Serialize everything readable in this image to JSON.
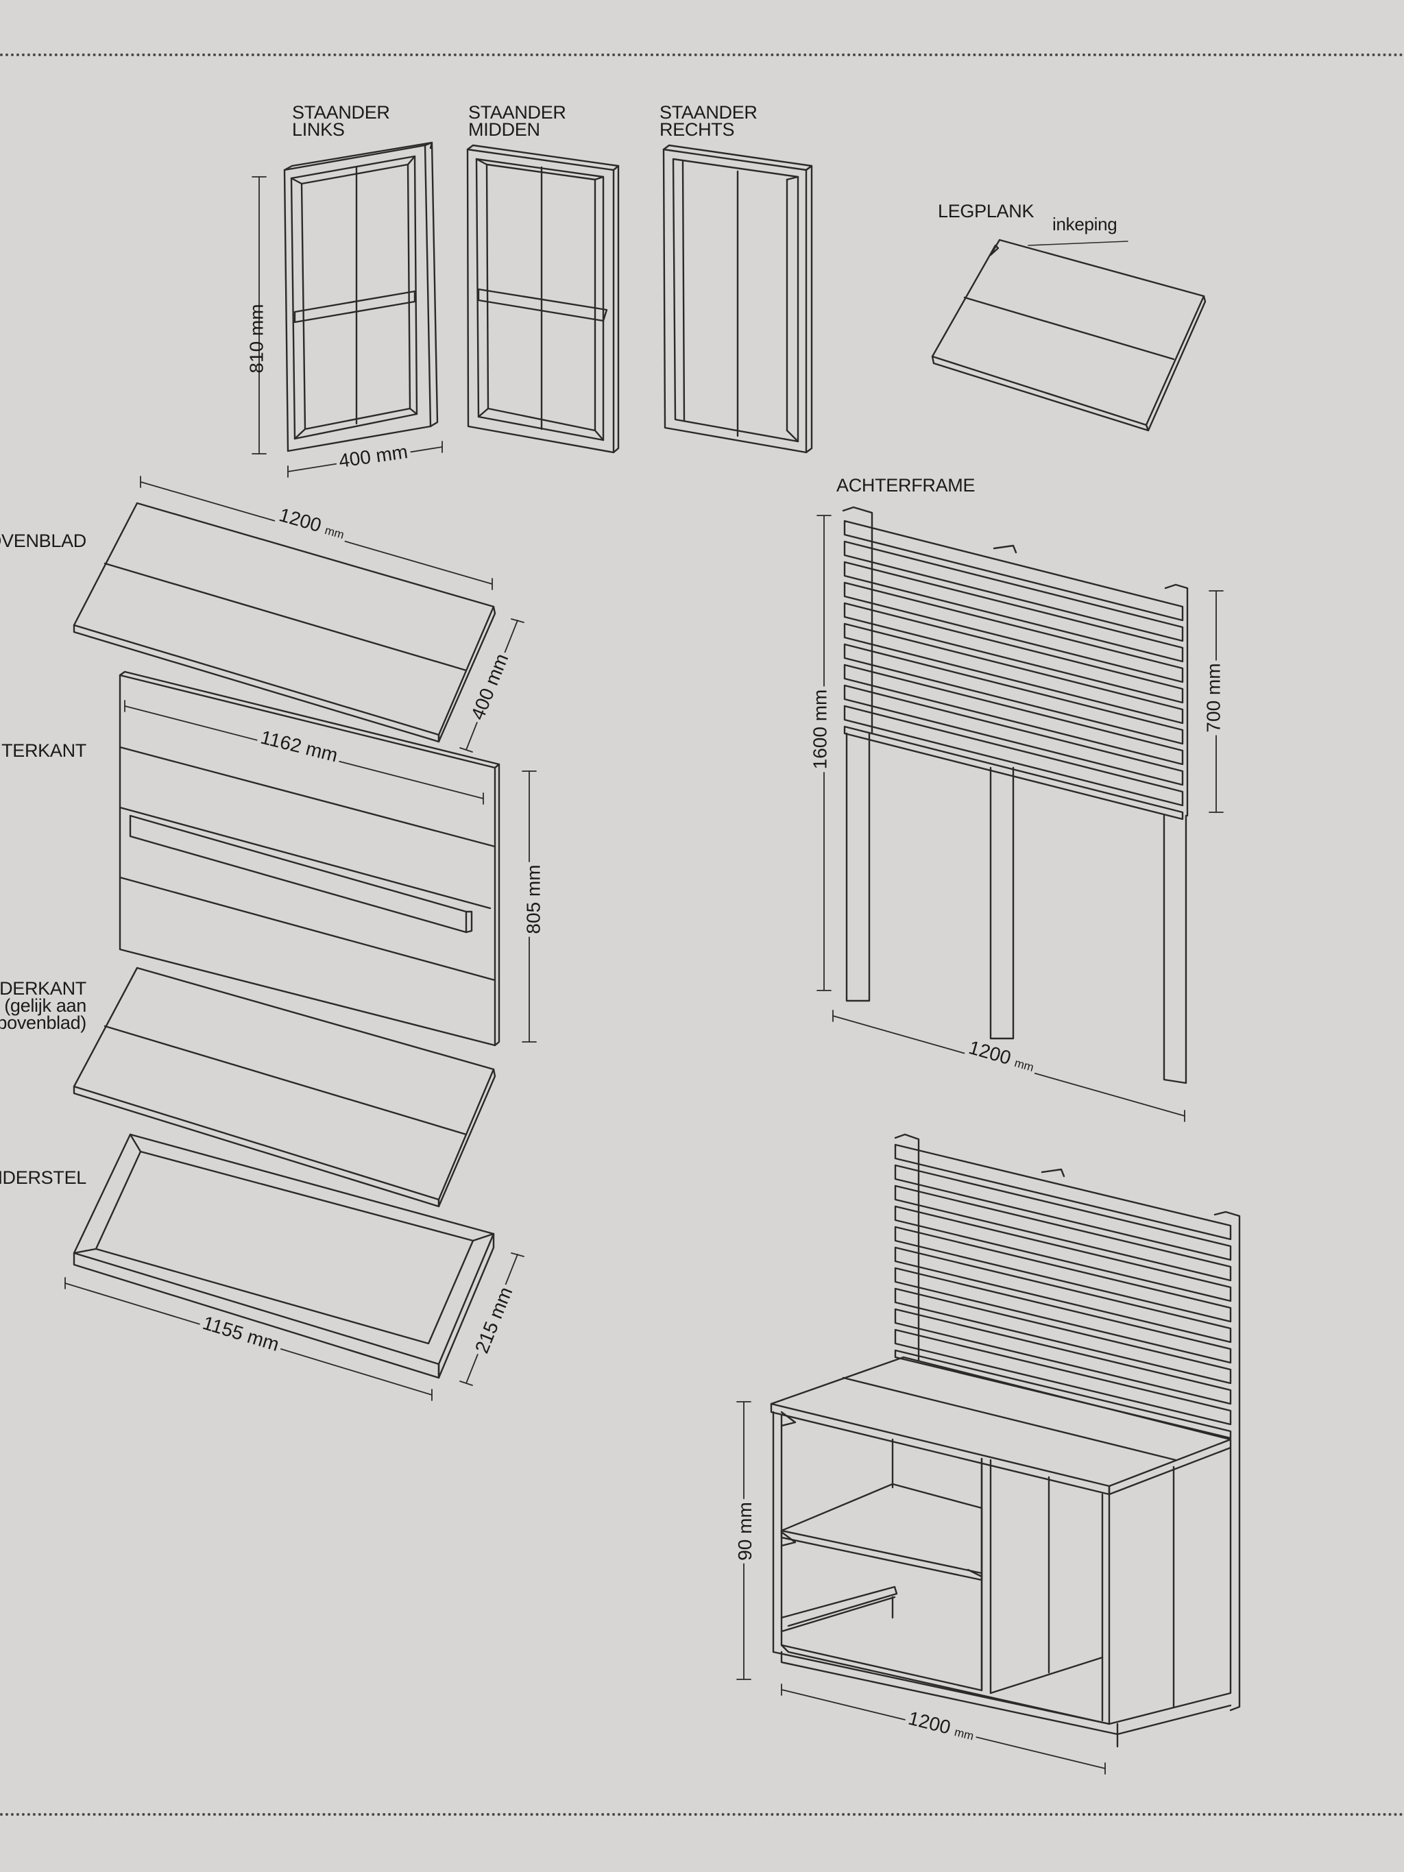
{
  "labels": {
    "staander_links": [
      "STAANDER",
      "LINKS"
    ],
    "staander_midden": [
      "STAANDER",
      "MIDDEN"
    ],
    "staander_rechts": [
      "STAANDER",
      "RECHTS"
    ],
    "legplank": "LEGPLANK",
    "inkeping": "inkeping",
    "achterframe": "ACHTERFRAME",
    "bovenblad": "OVENBLAD",
    "achterkant": "ITERKANT",
    "onderkant": [
      "DERKANT",
      "(gelijk aan",
      "bovenblad)"
    ],
    "onderstel": "NDERSTEL"
  },
  "dimensions": {
    "staander_height": "810 mm",
    "staander_width": "400 mm",
    "bovenblad_length": "1200",
    "bovenblad_length_unit": "mm",
    "bovenblad_depth": "400 mm",
    "achterkant_length": "1162 mm",
    "achterkant_height": "805 mm",
    "onderstel_length": "1155 mm",
    "onderstel_depth": "215 mm",
    "achterframe_height": "1600 mm",
    "achterframe_slats_height": "700 mm",
    "achterframe_width": "1200",
    "achterframe_width_unit": "mm",
    "assembled_height": "90 mm",
    "assembled_width": "1200",
    "assembled_width_unit": "mm"
  },
  "colors": {
    "background": "#d8d6d5",
    "line": "#2a2a2a"
  }
}
